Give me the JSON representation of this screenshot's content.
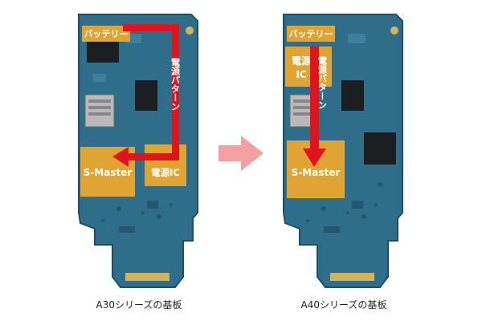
{
  "left_board": {
    "battery_label": "バッテリー",
    "pattern_label": "電源パターン",
    "smaster_label": "S-Master",
    "power_ic_label": "電源IC",
    "caption": "A30シリーズの基板"
  },
  "right_board": {
    "battery_label": "バッテリー",
    "pattern_label": "電源パターン",
    "smaster_label": "S-Master",
    "power_ic_label_line1": "電源",
    "power_ic_label_line2": "IC",
    "caption": "A40シリーズの基板"
  },
  "colors": {
    "pcb": "#2f6e8a",
    "pcb_dark": "#1f4f66",
    "highlight": "#e0a433",
    "pattern_arrow": "#e0141e",
    "middle_arrow": "#f5a0a0",
    "chip": "#1c1f22"
  }
}
